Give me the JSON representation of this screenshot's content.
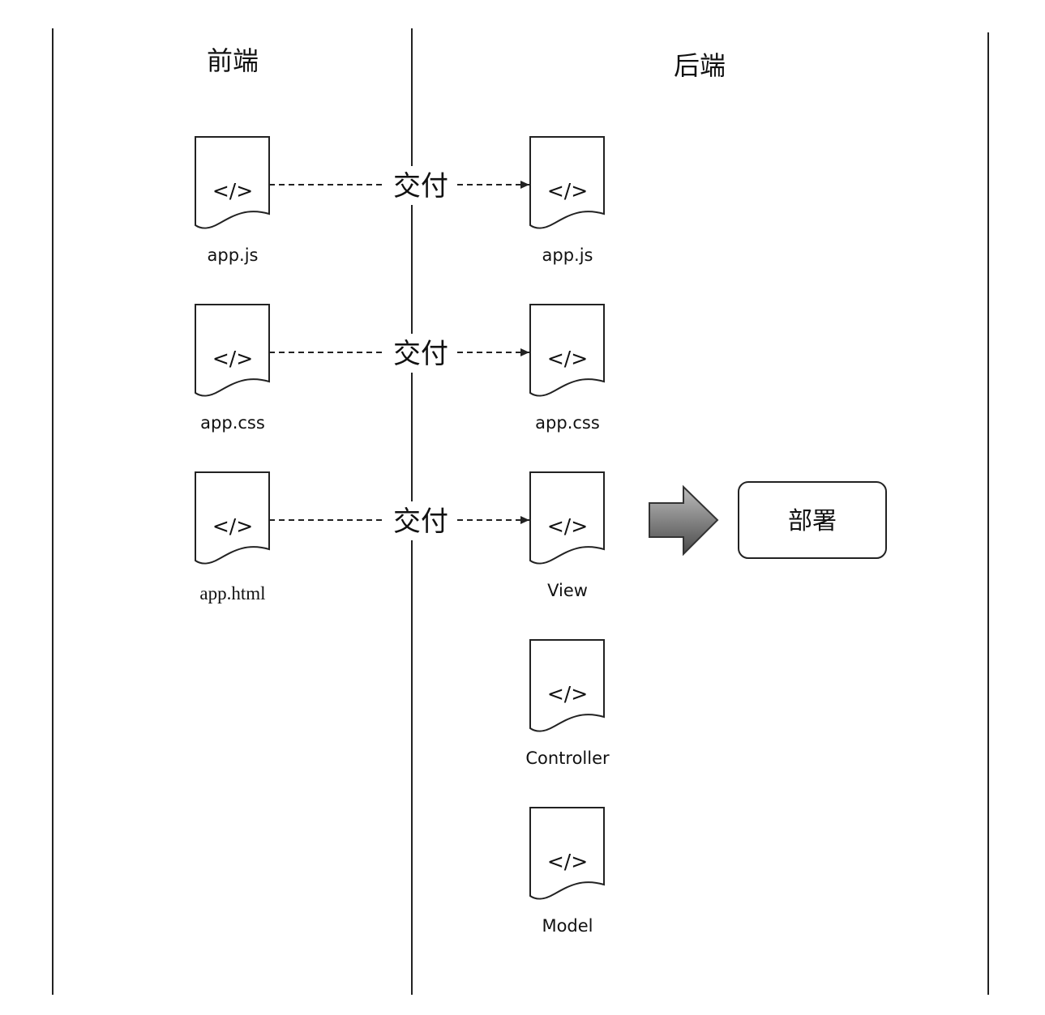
{
  "lanes": {
    "frontend_title": "前端",
    "backend_title": "后端"
  },
  "file_icon": {
    "glyph": "</>",
    "icon_name": "code-file-icon"
  },
  "frontend_files": [
    {
      "label": "app.js"
    },
    {
      "label": "app.css"
    },
    {
      "label": "app.html"
    }
  ],
  "backend_files": [
    {
      "label": "app.js"
    },
    {
      "label": "app.css"
    },
    {
      "label": "View"
    },
    {
      "label": "Controller"
    },
    {
      "label": "Model"
    }
  ],
  "deliveries": [
    {
      "label": "交付",
      "from": "app.js",
      "to": "app.js"
    },
    {
      "label": "交付",
      "from": "app.css",
      "to": "app.css"
    },
    {
      "label": "交付",
      "from": "app.html",
      "to": "View"
    }
  ],
  "deploy": {
    "label": "部署",
    "arrow_icon": "right-block-arrow-icon"
  },
  "colors": {
    "line": "#222222",
    "arrow_gradient_light": "#b8b8b8",
    "arrow_gradient_dark": "#4a4a4a"
  }
}
